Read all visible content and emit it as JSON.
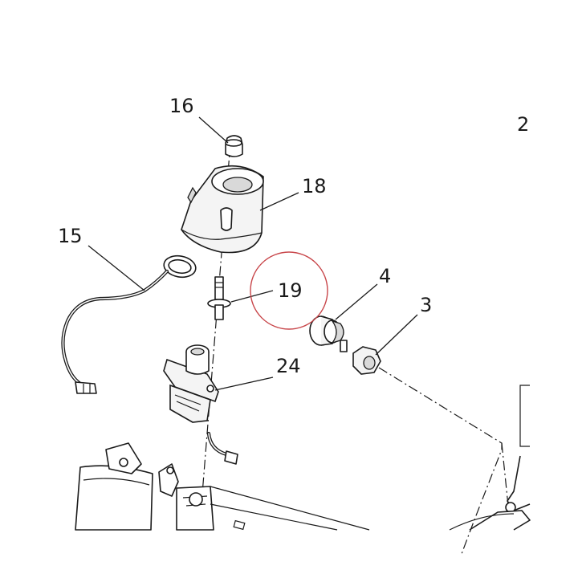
{
  "diagram": {
    "callouts": [
      {
        "id": "16",
        "label": "16"
      },
      {
        "id": "18",
        "label": "18"
      },
      {
        "id": "15",
        "label": "15"
      },
      {
        "id": "19",
        "label": "19"
      },
      {
        "id": "4",
        "label": "4"
      },
      {
        "id": "3",
        "label": "3"
      },
      {
        "id": "24",
        "label": "24"
      },
      {
        "id": "2",
        "label": "2"
      }
    ],
    "highlighted_callout": "19",
    "highlight_color": "#c8464a",
    "line_color": "#1a1a1a"
  }
}
